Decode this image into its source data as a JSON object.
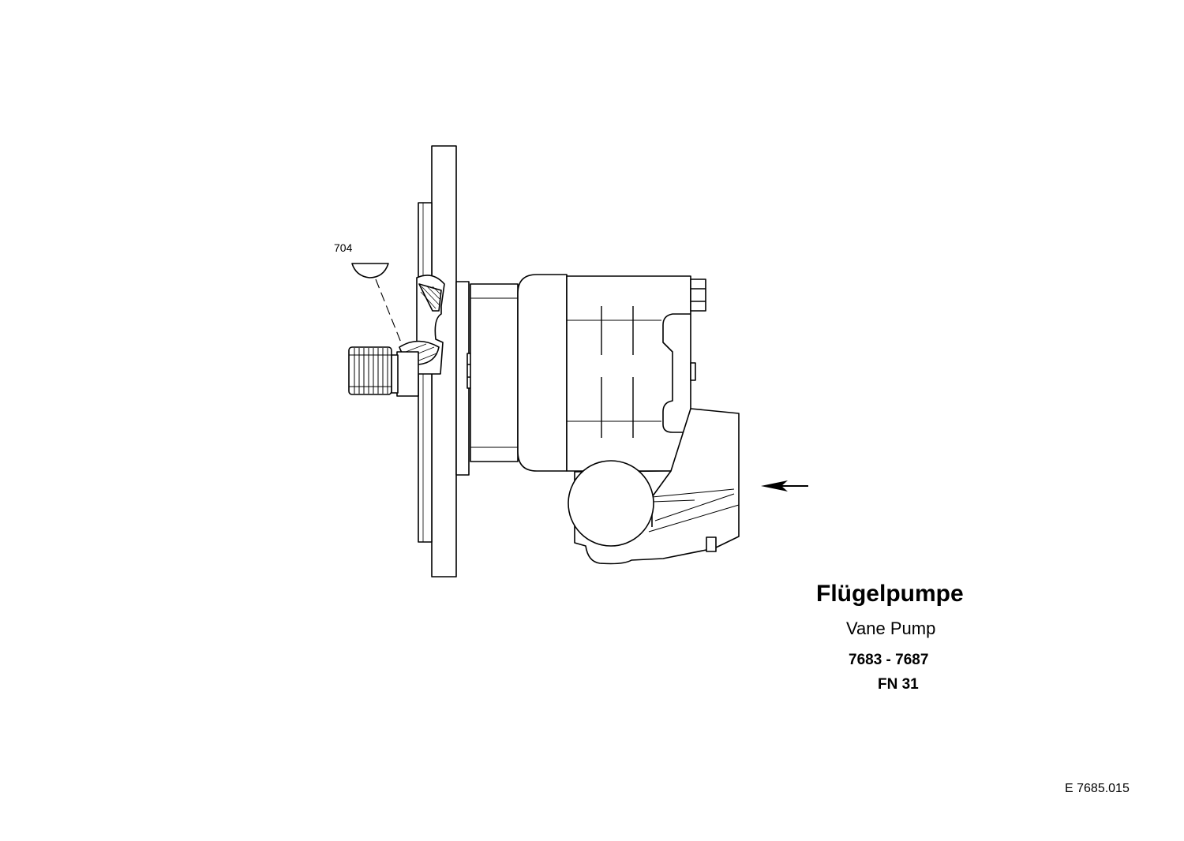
{
  "title_de": "Flügelpumpe",
  "title_en": "Vane Pump",
  "serial_range": "7683 - 7687",
  "fn_code": "FN 31",
  "drawing_ref": "E 7685.015",
  "callouts": [
    {
      "label": "704"
    }
  ],
  "colors": {
    "line": "#000000",
    "background": "#ffffff"
  }
}
